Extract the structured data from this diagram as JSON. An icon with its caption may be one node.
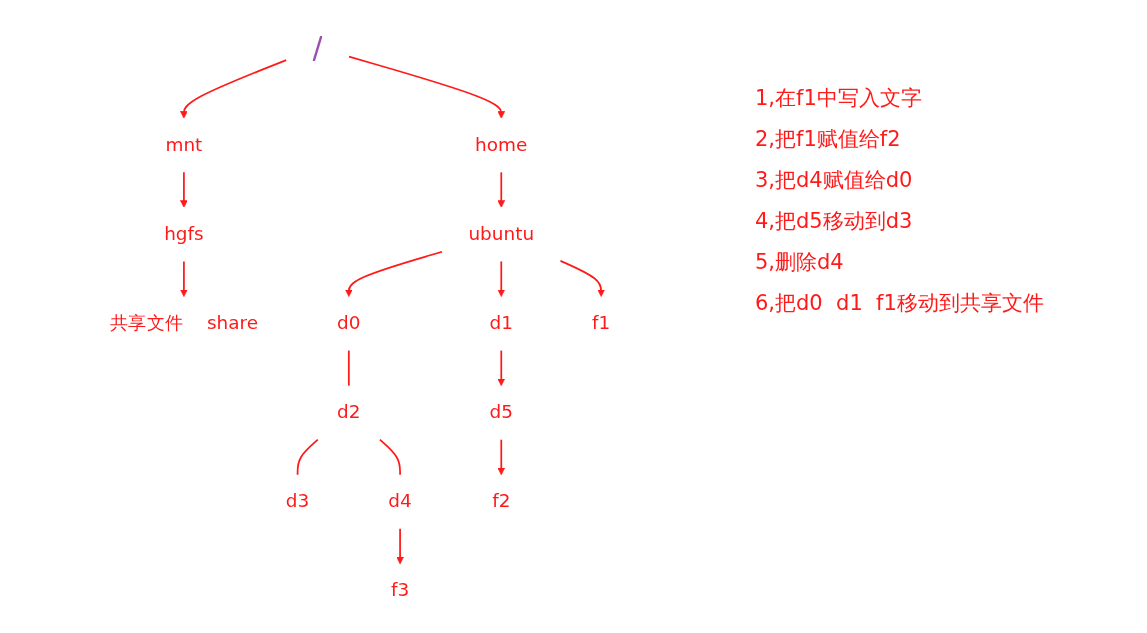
{
  "diagram": {
    "nodes": [
      {
        "text": [
          "/"
        ]
      },
      {
        "text": [
          "mnt"
        ]
      },
      {
        "text": [
          "home"
        ]
      },
      {
        "text": [
          "hgfs"
        ]
      },
      {
        "text": [
          "ubuntu"
        ]
      },
      {
        "text": [
          "share"
        ],
        "beside": [
          "共享文件"
        ]
      },
      {
        "text": [
          "d0"
        ]
      },
      {
        "text": [
          "d1"
        ]
      },
      {
        "text": [
          "f1"
        ]
      },
      {
        "text": [
          "d2"
        ]
      },
      {
        "text": [
          "d5"
        ]
      },
      {
        "text": [
          "d3"
        ]
      },
      {
        "text": [
          "d4"
        ]
      },
      {
        "text": [
          "f2"
        ]
      },
      {
        "text": [
          "f3"
        ]
      }
    ],
    "edges": [
      {
        "from": 0,
        "to": 1,
        "arrow": "to"
      },
      {
        "from": 0,
        "to": 2,
        "arrow": "to"
      },
      {
        "from": 1,
        "to": 3,
        "arrow": "to"
      },
      {
        "from": 2,
        "to": 4,
        "arrow": "to"
      },
      {
        "from": 3,
        "to": 5,
        "arrow": "to"
      },
      {
        "from": 4,
        "to": 6,
        "arrow": "to"
      },
      {
        "from": 4,
        "to": 7,
        "arrow": "to"
      },
      {
        "from": 4,
        "to": 8,
        "arrow": "to"
      },
      {
        "from": 6,
        "to": 9,
        "arrow": "none"
      },
      {
        "from": 7,
        "to": 10,
        "arrow": "to"
      },
      {
        "from": 9,
        "to": 11,
        "arrow": "none"
      },
      {
        "from": 9,
        "to": 12,
        "arrow": "none"
      },
      {
        "from": 10,
        "to": 13,
        "arrow": "to"
      },
      {
        "from": 12,
        "to": 14,
        "arrow": "to"
      }
    ],
    "labels": [
      "1,在f1中写入文字",
      "2,把f1赋值给f2",
      "3,把d4赋值给d0",
      "4,把d5移动到d3",
      "5,删除d4",
      "6,把d0  d1  f1移动到共享文件"
    ]
  }
}
